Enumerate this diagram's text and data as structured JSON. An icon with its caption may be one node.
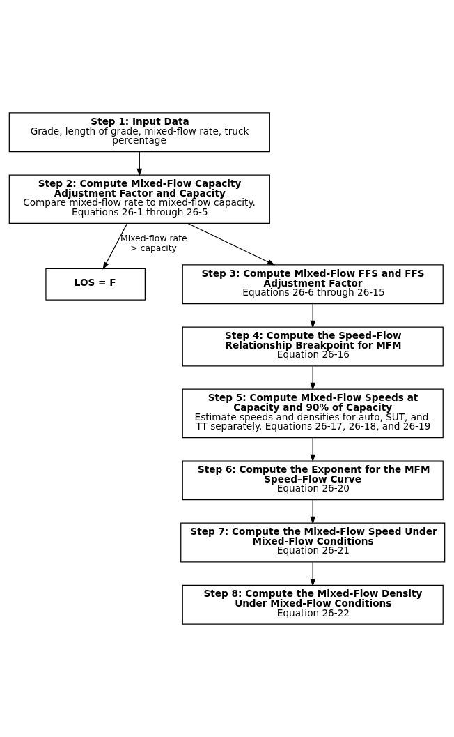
{
  "diagram": {
    "nodes": [
      {
        "text": [
          "Step 1: Input Data",
          "Grade, length of grade, mixed-flow rate, truck percentage"
        ]
      },
      {
        "text": [
          "Step 2: Compute Mixed-Flow Capacity Adjustment Factor and Capacity",
          "Compare mixed-flow rate to mixed-flow capacity. Equations 26-1 through 26-5"
        ]
      },
      {
        "text": [
          "LOS = F"
        ]
      },
      {
        "text": [
          "Step 3: Compute Mixed-Flow FFS and FFS Adjustment Factor",
          "Equations 26-6 through 26-15"
        ]
      },
      {
        "text": [
          "Step 4: Compute the Speed–Flow Relationship Breakpoint for MFM",
          "Equation 26-16"
        ]
      },
      {
        "text": [
          "Step 5: Compute Mixed-Flow Speeds at Capacity and 90% of Capacity",
          "Estimate speeds and densities for auto, SUT, and TT separately. Equations 26-17, 26-18, and 26-19"
        ]
      },
      {
        "text": [
          "Step 6: Compute the Exponent for the MFM Speed–Flow Curve",
          "Equation 26-20"
        ]
      },
      {
        "text": [
          "Step 7: Compute the Mixed-Flow Speed Under Mixed-Flow Conditions",
          "Equation 26-21"
        ]
      },
      {
        "text": [
          "Step 8: Compute the Mixed-Flow Density Under Mixed-Flow Conditions",
          "Equation 26-22"
        ]
      }
    ],
    "edges": [
      {
        "from": 0,
        "to": 1,
        "arrow": "to"
      },
      {
        "from": 1,
        "to": 2,
        "arrow": "to",
        "label": "Mixed-flow rate > capacity"
      },
      {
        "from": 1,
        "to": 3,
        "arrow": "to"
      },
      {
        "from": 3,
        "to": 4,
        "arrow": "to"
      },
      {
        "from": 4,
        "to": 5,
        "arrow": "to"
      },
      {
        "from": 5,
        "to": 6,
        "arrow": "to"
      },
      {
        "from": 6,
        "to": 7,
        "arrow": "to"
      },
      {
        "from": 7,
        "to": 8,
        "arrow": "to"
      }
    ]
  }
}
